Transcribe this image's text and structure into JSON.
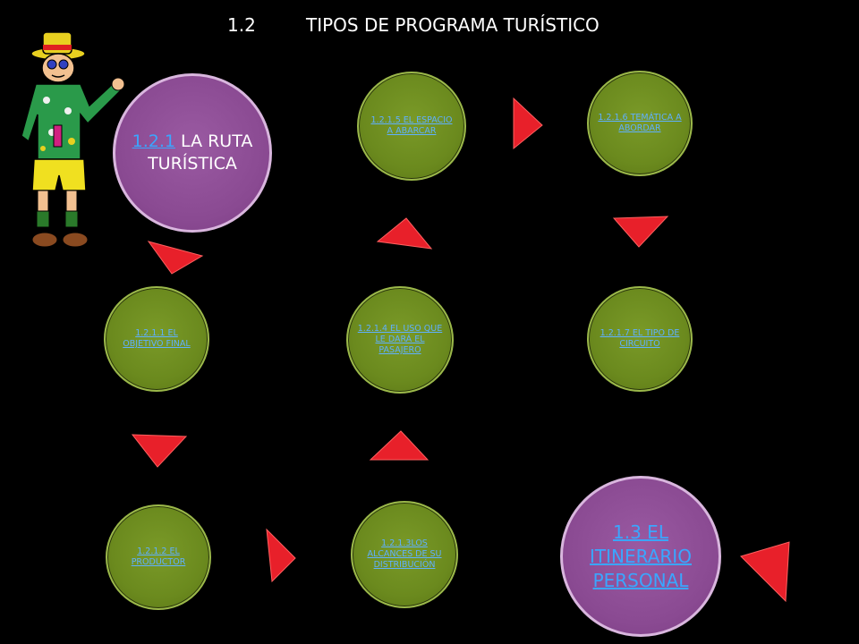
{
  "title": {
    "number": "1.2",
    "text": "TIPOS DE PROGRAMA TURÍSTICO"
  },
  "nodes": {
    "ruta": {
      "link": "1.2.1",
      "text": "LA RUTA TURÍSTICA"
    },
    "n5": {
      "text": "1.2.1.5 EL ESPACIO A ABARCAR"
    },
    "n6": {
      "text": "1.2.1.6 TEMÁTICA A ABORDAR"
    },
    "n1": {
      "text": "1.2.1.1 EL OBJETIVO FINAL"
    },
    "n4": {
      "text": "1.2.1.4 EL USO QUE LE DARÁ EL PASAJERO"
    },
    "n7": {
      "text": "1.2.1.7 EL TIPO DE CIRCUITO"
    },
    "n2": {
      "text": "1.2.1.2 EL PRODUCTOR"
    },
    "n3": {
      "text": "1.2.1.3LOS ALCANCES DE SU DISTRIBUCIÓN"
    },
    "itinerario": {
      "text": "1.3 EL ITINERARIO PERSONAL"
    }
  },
  "colors": {
    "background": "#000000",
    "green_node": "#6b8a1e",
    "purple_node": "#8a4a92",
    "arrow": "#e8202a",
    "link": "#3aa6ff"
  }
}
